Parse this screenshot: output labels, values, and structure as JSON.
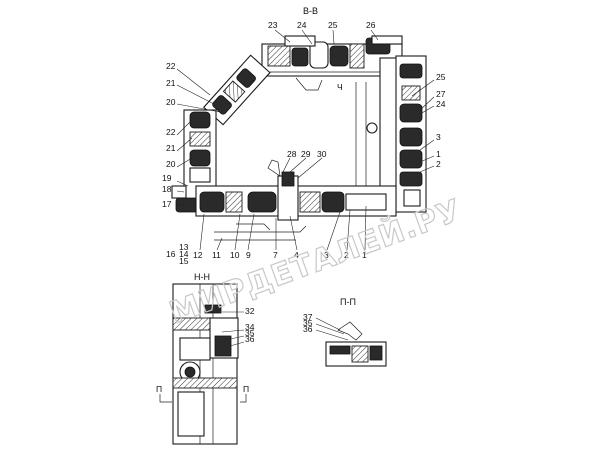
{
  "sections": {
    "main": "В-В",
    "detail_h": "Н-Н",
    "detail_p": "П-П",
    "cut_mark_h": "Ч",
    "cut_mark_p_left": "П",
    "cut_mark_p_right": "П"
  },
  "watermark": "МИРДЕТАЛЕЙ.РУ",
  "callouts": {
    "c1": "1",
    "c2": "2",
    "c3": "3",
    "c4": "4",
    "c7": "7",
    "c9": "9",
    "c10": "10",
    "c11": "11",
    "c12": "12",
    "c13": "13",
    "c14": "14",
    "c15": "15",
    "c16": "16",
    "c17": "17",
    "c18": "18",
    "c19": "19",
    "c20": "20",
    "c21": "21",
    "c22": "22",
    "c23": "23",
    "c24": "24",
    "c25": "25",
    "c26": "26",
    "c27": "27",
    "c28": "28",
    "c29": "29",
    "c30": "30",
    "c32": "32",
    "c34": "34",
    "c35": "35",
    "c36": "36",
    "c37": "37"
  },
  "colors": {
    "line": "#1a1a1a",
    "watermark": "#c8c8c8",
    "paper": "#ffffff"
  }
}
